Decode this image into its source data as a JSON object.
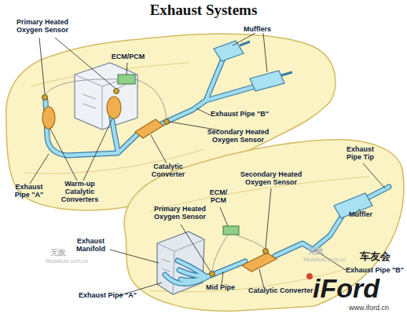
{
  "diagram": {
    "title": "Exhaust Systems",
    "labels": [
      "Primary Heated Oxygen Sensor",
      "ECM/PCM",
      "Mufflers",
      "Exhaust Pipe \"B\"",
      "Secondary Heated Oxygen Sensor",
      "Catalytic Converter",
      "Exhaust Pipe \"A\"",
      "Warm-up Catalytic Converters",
      "Exhaust Pipe Tip",
      "ECM/ PCM",
      "Secondary Heated Oxygen Sensor",
      "Primary Heated Oxygen Sensor",
      "Muffler",
      "Exhaust Manifold",
      "Exhaust Pipe \"B\"",
      "Mid Pipe",
      "Catalytic Converter",
      "Exhaust Pipe \"A\"",
      "无敌",
      "ModiAuto.com.cn",
      "无敌",
      "ModiAuto.com.cn",
      "车友会",
      "iFord",
      "www.iford.cn"
    ]
  }
}
